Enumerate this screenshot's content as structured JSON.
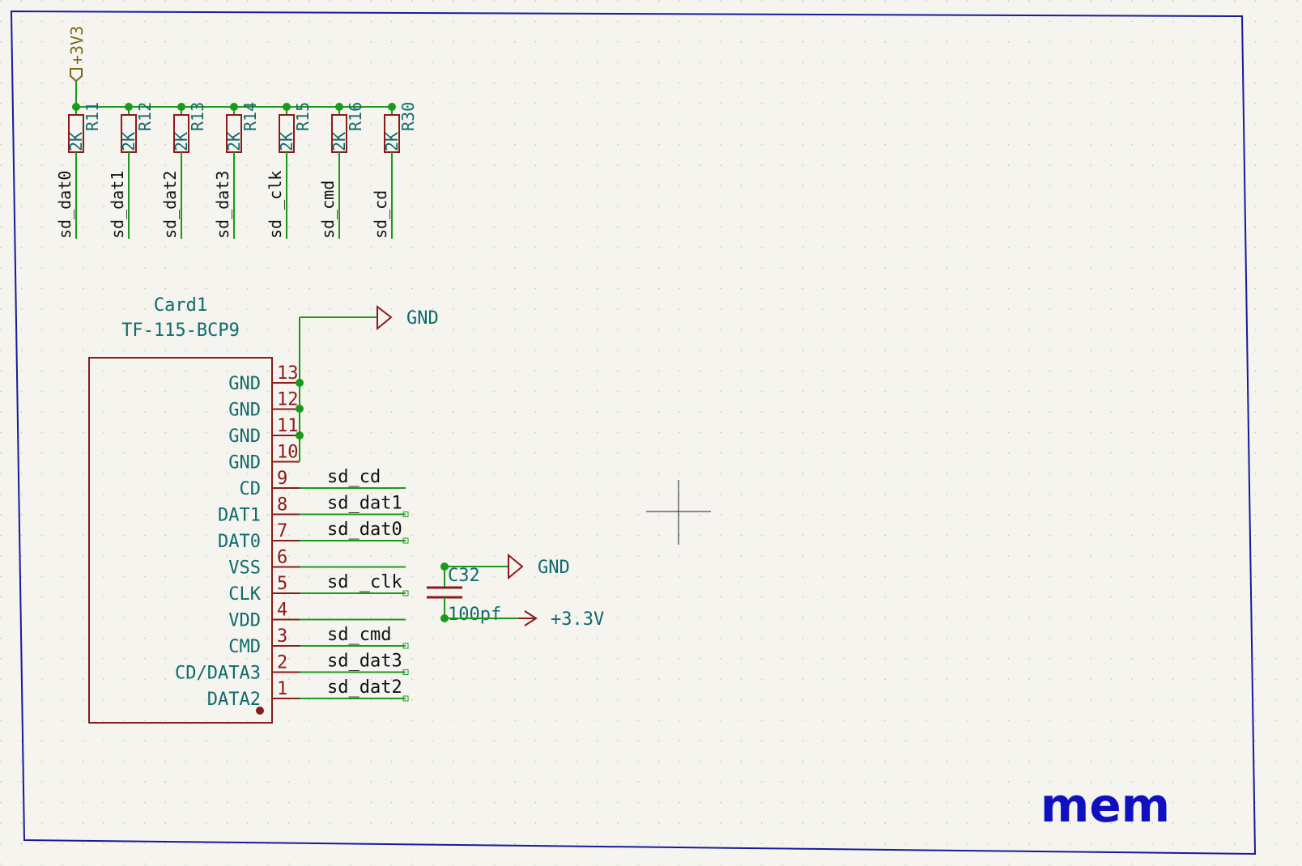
{
  "sheet": {
    "title": "mem",
    "border_color": "#1a1a9a"
  },
  "power_top": {
    "label": "+3V3"
  },
  "resistors": [
    {
      "ref": "R11",
      "value": "2K",
      "net": "sd_dat0"
    },
    {
      "ref": "R12",
      "value": "2K",
      "net": "sd_dat1"
    },
    {
      "ref": "R13",
      "value": "2K",
      "net": "sd_dat2"
    },
    {
      "ref": "R14",
      "value": "2K",
      "net": "sd_dat3"
    },
    {
      "ref": "R15",
      "value": "2K",
      "net": "sd _clk"
    },
    {
      "ref": "R16",
      "value": "2K",
      "net": "sd_cmd"
    },
    {
      "ref": "R30",
      "value": "2K",
      "net": "sd_cd"
    }
  ],
  "connector": {
    "ref": "Card1",
    "value": "TF-115-BCP9",
    "pins": [
      {
        "num": "13",
        "name": "GND",
        "net": ""
      },
      {
        "num": "12",
        "name": "GND",
        "net": ""
      },
      {
        "num": "11",
        "name": "GND",
        "net": ""
      },
      {
        "num": "10",
        "name": "GND",
        "net": ""
      },
      {
        "num": "9",
        "name": "CD",
        "net": "sd_cd"
      },
      {
        "num": "8",
        "name": "DAT1",
        "net": "sd_dat1"
      },
      {
        "num": "7",
        "name": "DAT0",
        "net": "sd_dat0"
      },
      {
        "num": "6",
        "name": "VSS",
        "net": ""
      },
      {
        "num": "5",
        "name": "CLK",
        "net": "sd _clk"
      },
      {
        "num": "4",
        "name": "VDD",
        "net": ""
      },
      {
        "num": "3",
        "name": "CMD",
        "net": "sd_cmd"
      },
      {
        "num": "2",
        "name": "CD/DATA3",
        "net": "sd_dat3"
      },
      {
        "num": "1",
        "name": "DATA2",
        "net": "sd_dat2"
      }
    ]
  },
  "gnd_top": {
    "label": "GND"
  },
  "gnd_cap": {
    "label": "GND"
  },
  "vcc_cap": {
    "label": "+3.3V"
  },
  "capacitor": {
    "ref": "C32",
    "value": "100pf"
  },
  "colors": {
    "wire": "#1a9a1a",
    "symbol": "#8b1a1a",
    "text": "#0f6b6b",
    "net_label": "#111111",
    "background": "#f5f4ef"
  }
}
